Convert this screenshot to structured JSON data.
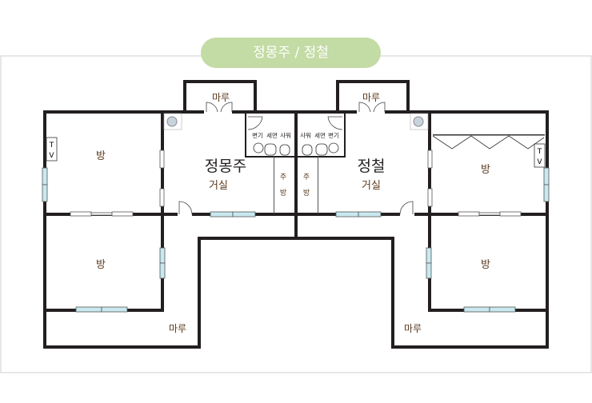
{
  "title": "정몽주 / 정철",
  "colors": {
    "pill": "#c3dba4",
    "wall": "#231f20",
    "window": "#c9e8ef",
    "label": "#5a3a1e"
  },
  "left_unit": {
    "name": "정몽주",
    "living": "거실",
    "top_porch": "마루",
    "bottom_porch": "마루",
    "room_top": "방",
    "room_bottom": "방",
    "bath": [
      "변기",
      "세면",
      "샤워"
    ],
    "kitchen": [
      "주",
      "방"
    ],
    "tv": [
      "T",
      "V"
    ]
  },
  "right_unit": {
    "name": "정철",
    "living": "거실",
    "top_porch": "마루",
    "bottom_porch": "마루",
    "room_top": "방",
    "room_bottom": "방",
    "bath": [
      "샤워",
      "세면",
      "변기"
    ],
    "kitchen": [
      "주",
      "방"
    ],
    "tv": [
      "T",
      "V"
    ]
  }
}
